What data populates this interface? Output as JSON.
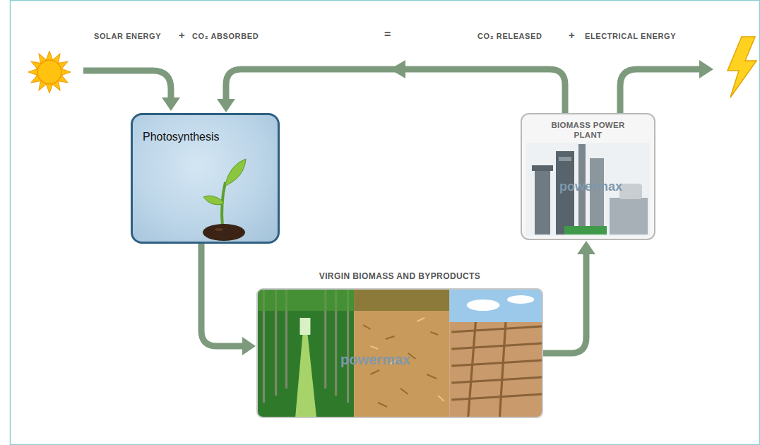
{
  "diagram": {
    "nodes": [
      {
        "text": [
          "Photosynthesis"
        ]
      },
      {
        "text": [
          "BIOMASS POWER PLANT"
        ]
      },
      {
        "text": [
          "VIRGIN BIOMASS AND BYPRODUCTS"
        ]
      }
    ],
    "edges": [
      {
        "from": 0,
        "to": 2,
        "arrow": "to"
      },
      {
        "from": 2,
        "to": 1,
        "arrow": "to"
      },
      {
        "from": 1,
        "to": 0,
        "arrow": "to"
      }
    ],
    "labels": [
      "SOLAR ENERGY",
      "+",
      "CO₂ ABSORBED",
      "=",
      "CO₂ RELEASED",
      "+",
      "ELECTRICAL ENERGY",
      "powermax",
      "powermax"
    ]
  }
}
